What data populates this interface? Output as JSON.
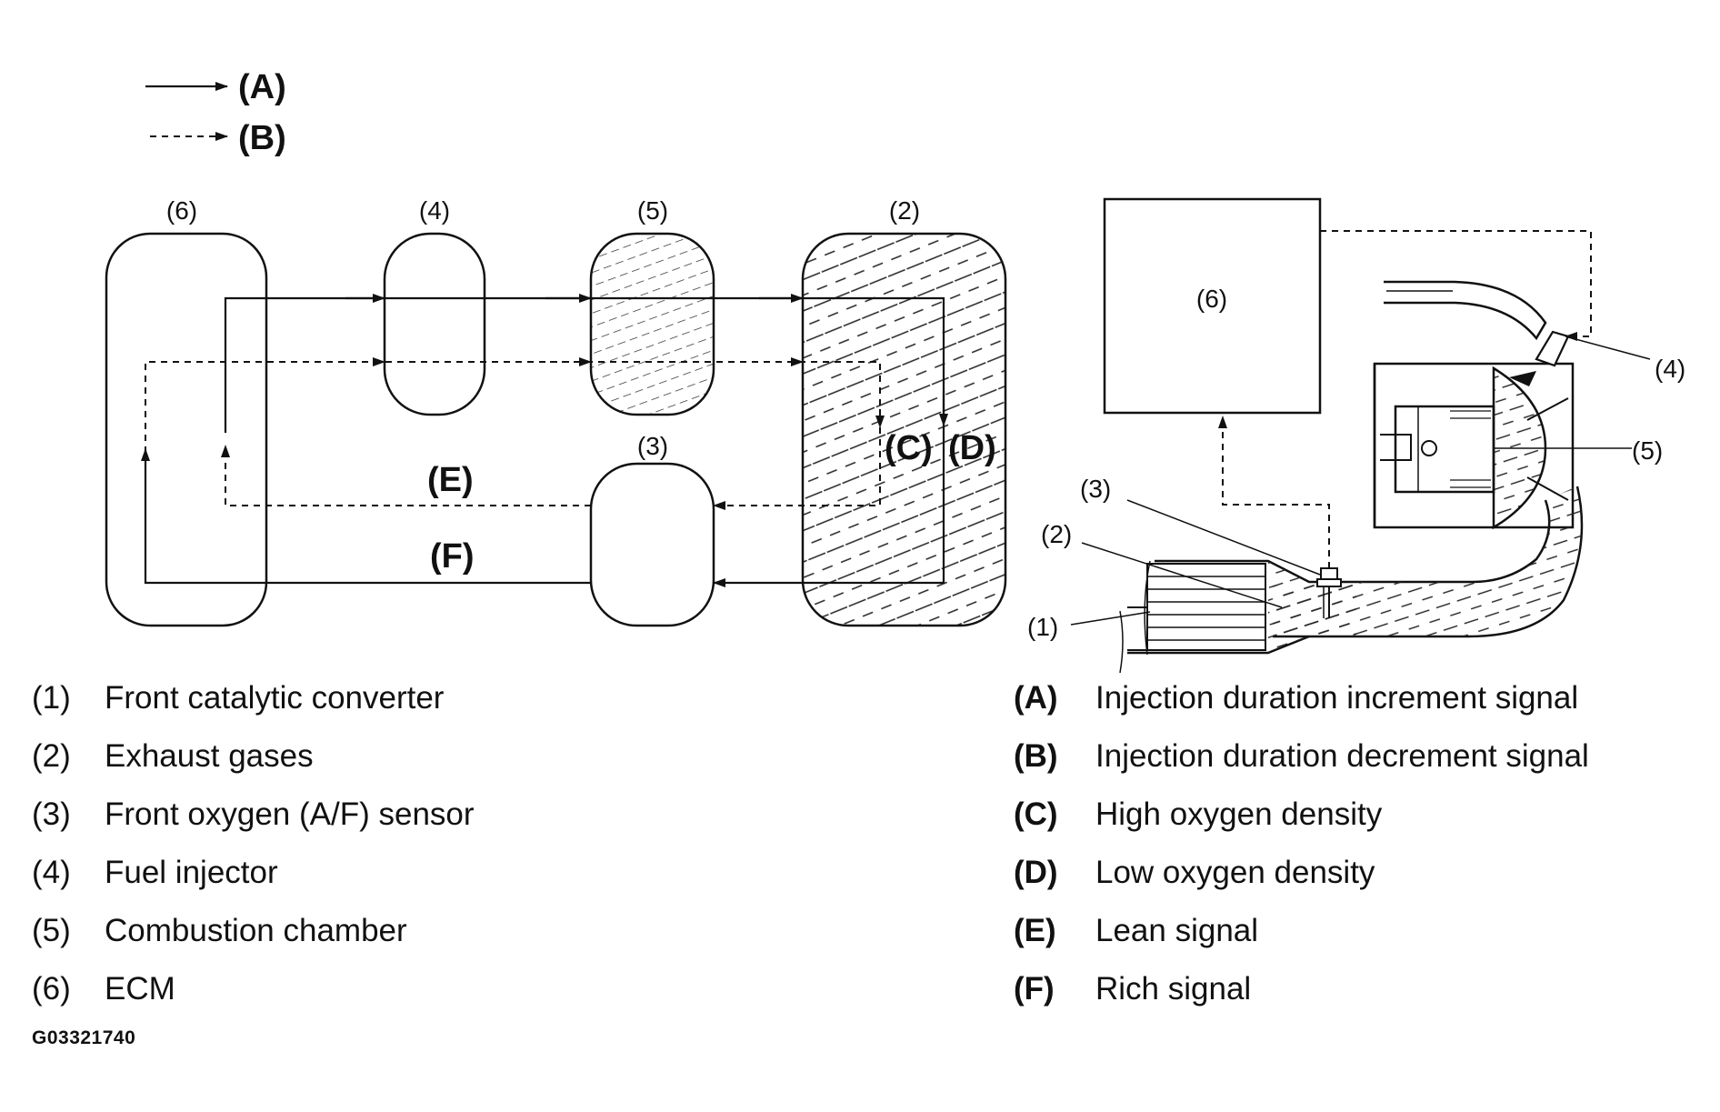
{
  "legend": {
    "solid_label": "(A)",
    "dashed_label": "(B)"
  },
  "flow_diagram": {
    "block_labels": {
      "ecm": "(6)",
      "injector": "(4)",
      "combustion": "(5)",
      "exhaust": "(2)",
      "sensor": "(3)"
    },
    "signal_labels": {
      "c": "(C)",
      "d": "(D)",
      "e": "(E)",
      "f": "(F)"
    }
  },
  "engine_sketch": {
    "ecm_box_label": "(6)",
    "callouts": {
      "injector": "(4)",
      "combustion": "(5)",
      "sensor": "(3)",
      "exhaust": "(2)",
      "catalyst": "(1)"
    }
  },
  "key_left": [
    {
      "code": "(1)",
      "desc": "Front catalytic converter"
    },
    {
      "code": "(2)",
      "desc": "Exhaust gases"
    },
    {
      "code": "(3)",
      "desc": "Front oxygen (A/F) sensor"
    },
    {
      "code": "(4)",
      "desc": "Fuel injector"
    },
    {
      "code": "(5)",
      "desc": "Combustion chamber"
    },
    {
      "code": "(6)",
      "desc": "ECM"
    }
  ],
  "key_right": [
    {
      "code": "(A)",
      "desc": "Injection duration increment signal"
    },
    {
      "code": "(B)",
      "desc": "Injection duration decrement signal"
    },
    {
      "code": "(C)",
      "desc": "High oxygen density"
    },
    {
      "code": "(D)",
      "desc": "Low oxygen density"
    },
    {
      "code": "(E)",
      "desc": "Lean signal"
    },
    {
      "code": "(F)",
      "desc": "Rich signal"
    }
  ],
  "figure_id": "G03321740"
}
